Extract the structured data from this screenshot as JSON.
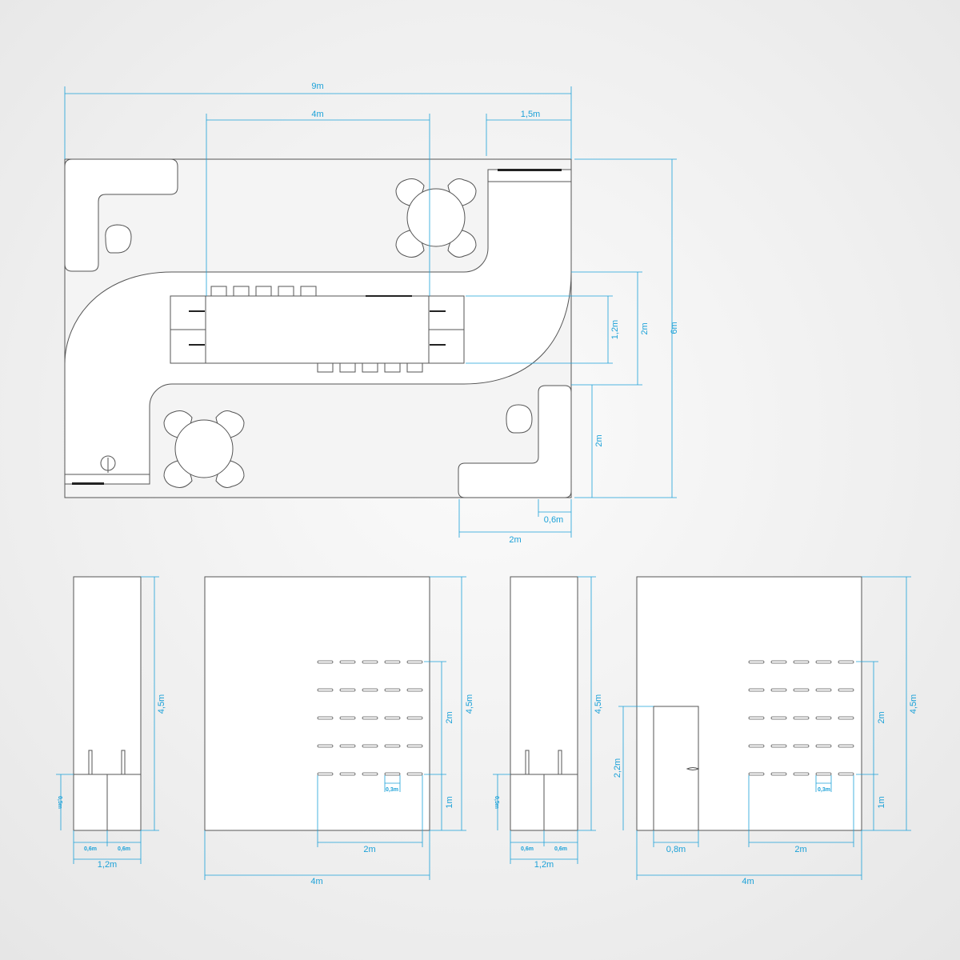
{
  "floor_plan": {
    "dim_total_width": "9m",
    "dim_table_zone": "4m",
    "dim_top_right": "1,5m",
    "dim_total_height": "6m",
    "dim_table_depth": "1,2m",
    "dim_table_zone_height": "2m",
    "dim_right_lower": "2m",
    "dim_counter_width": "2m",
    "dim_counter_depth": "0,6m"
  },
  "elevation_side_a": {
    "dim_height": "4,5m",
    "dim_counter_height": "0,5m",
    "dim_unit_1": "0,6m",
    "dim_unit_2": "0,6m",
    "dim_width": "1,2m"
  },
  "elevation_front_a": {
    "dim_height": "4,5m",
    "dim_shelf_zone": "2m",
    "dim_base": "1m",
    "dim_shelf_spacing": "0,3m",
    "dim_shelf_width": "2m",
    "dim_width": "4m"
  },
  "elevation_side_b": {
    "dim_height": "4,5m",
    "dim_counter_height": "0,5m",
    "dim_unit_1": "0,6m",
    "dim_unit_2": "0,6m",
    "dim_width": "1,2m"
  },
  "elevation_front_b": {
    "dim_height": "4,5m",
    "dim_door_height": "2,2m",
    "dim_shelf_zone": "2m",
    "dim_base": "1m",
    "dim_shelf_spacing": "0,3m",
    "dim_door_width": "0,8m",
    "dim_shelf_width": "2m",
    "dim_width": "4m"
  },
  "colors": {
    "dimension": "#1ba1d8",
    "outline": "#555555",
    "fill": "#ffffff"
  }
}
